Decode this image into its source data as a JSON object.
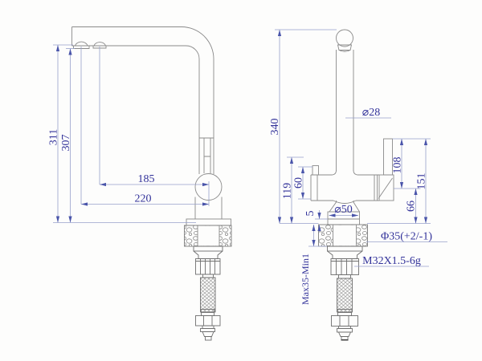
{
  "drawing": {
    "type": "faucet-technical-drawing",
    "colors": {
      "outline": "#8a8a8a",
      "dimension_line": "#97a0cb",
      "dimension_text": "#32329a",
      "background": "#fdfdfc"
    },
    "side_view": {
      "dims": {
        "height_spout_underside": "311",
        "height_aerator_face": "307",
        "reach_inner_outlet": "185",
        "reach_outer_outlet": "220"
      }
    },
    "front_view": {
      "dims": {
        "overall_height": "340",
        "spout_tube_diameter": "⌀28",
        "left_port_height": "119",
        "side_lever": "60",
        "handle_lever_length": "108",
        "handle_top_height": "151",
        "body_underside_height": "66",
        "base_plate_height": "5",
        "base_diameter": "⌀50",
        "mounting_hole": "Φ35(+2/-1)",
        "shank_thread": "M32X1.5-6g",
        "deck_thickness_range": "Max35-Min1"
      }
    }
  }
}
